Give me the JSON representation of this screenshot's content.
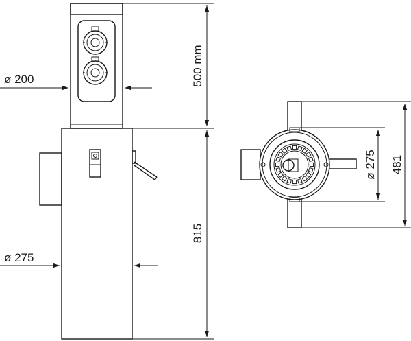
{
  "dimensions": {
    "column_diameter": "ø 200",
    "column_height": "500 mm",
    "base_diameter": "ø 275",
    "base_height": "815",
    "plan_inner_diameter": "ø 275",
    "plan_overall": "481"
  },
  "colors": {
    "line": "#1a1a1a",
    "background": "#ffffff"
  }
}
